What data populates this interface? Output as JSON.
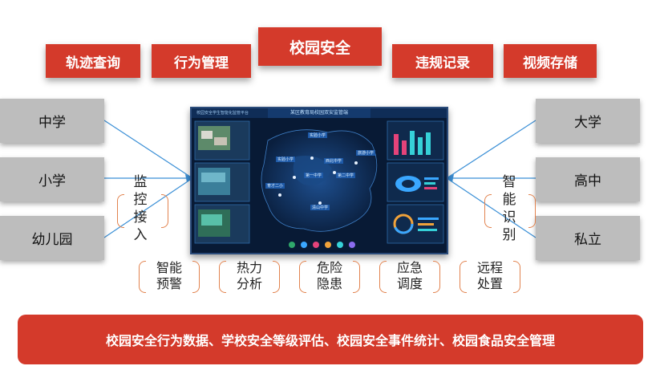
{
  "top_buttons": [
    "轨迹查询",
    "行为管理",
    "校园安全",
    "违规记录",
    "视频存储"
  ],
  "left_schools": [
    "中学",
    "小学",
    "幼儿园"
  ],
  "right_schools": [
    "大学",
    "高中",
    "私立"
  ],
  "left_vertical": [
    "监",
    "控",
    "接",
    "入"
  ],
  "right_vertical": [
    "智",
    "能",
    "识",
    "别"
  ],
  "features": [
    [
      "智能",
      "预警"
    ],
    [
      "热力",
      "分析"
    ],
    [
      "危险",
      "隐患"
    ],
    [
      "应急",
      "调度"
    ],
    [
      "远程",
      "处置"
    ]
  ],
  "screen": {
    "header": "某区教育局校园双安监管端",
    "subtitle": "校园安全学生智能化监管平台",
    "map_labels": [
      "实验小学",
      "第一中学",
      "西北中学",
      "第二中学",
      "实验小学",
      "育才二小",
      "旅游小学",
      "清山中学"
    ]
  },
  "bottom_text": "校园安全行为数据、学校安全等级评估、校园安全事件统计、校园食品安全管理",
  "colors": {
    "accent_red": "#d43a2b",
    "box_gray": "#bdbdbd",
    "line_blue": "#3a8fd6",
    "bracket_orange": "#e2834f"
  }
}
